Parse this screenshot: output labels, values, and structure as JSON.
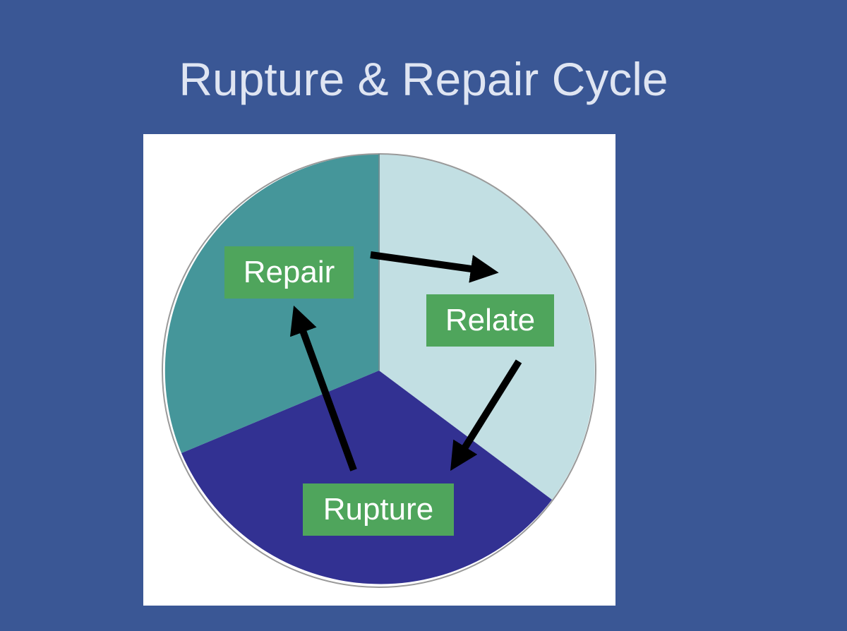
{
  "slide": {
    "title": "Rupture & Repair Cycle"
  },
  "diagram": {
    "segments": [
      {
        "name": "repair-segment",
        "color": "#45969a"
      },
      {
        "name": "relate-segment",
        "color": "#c2dfe3"
      },
      {
        "name": "rupture-segment",
        "color": "#323192"
      }
    ],
    "labels": {
      "repair": "Repair",
      "relate": "Relate",
      "rupture": "Rupture"
    },
    "label_color": "#4fa55c",
    "arrow_color": "#000000",
    "flow": [
      "Repair",
      "Relate",
      "Rupture",
      "Repair"
    ]
  }
}
